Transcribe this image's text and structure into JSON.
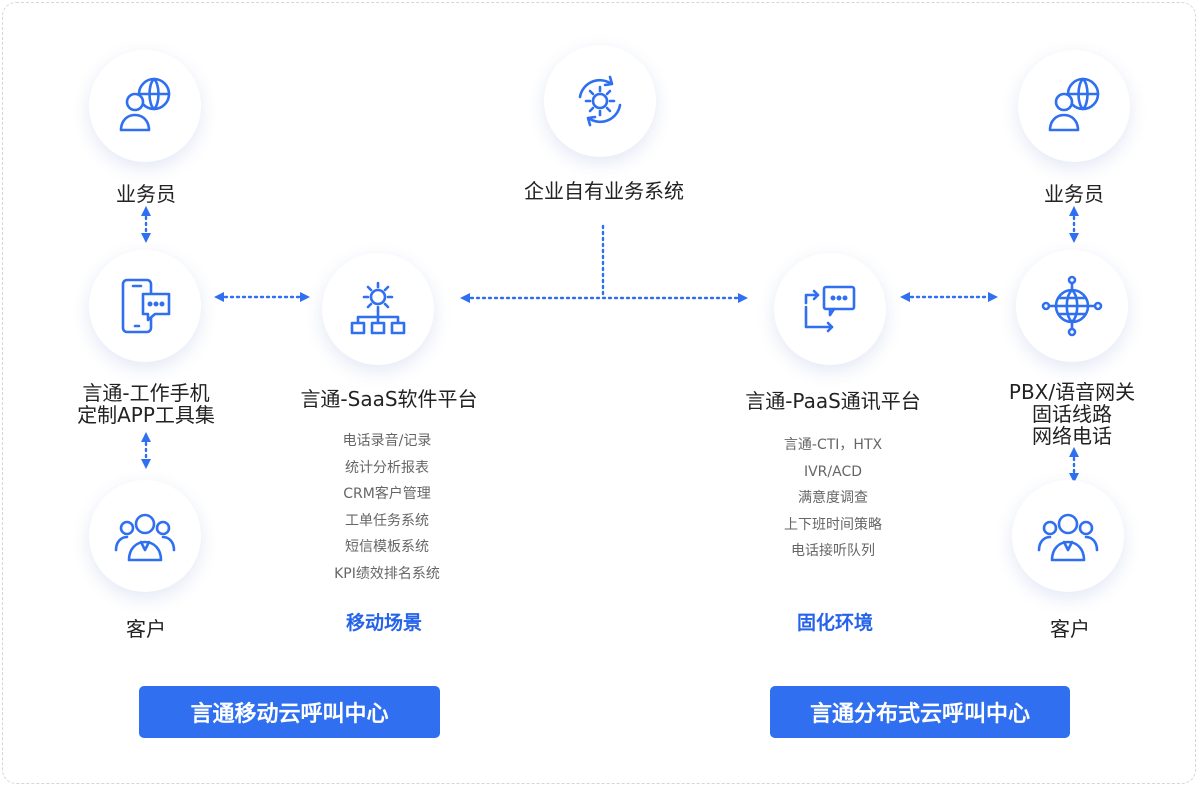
{
  "nodes": {
    "left_salesperson": "业务员",
    "left_app": [
      "言通-工作手机",
      "定制APP工具集"
    ],
    "left_customer": "客户",
    "saas": "言通-SaaS软件平台",
    "enterprise": "企业自有业务系统",
    "paas": "言通-PaaS通讯平台",
    "right_salesperson": "业务员",
    "right_gateway": [
      "PBX/语音网关",
      "固话线路",
      "网络电话"
    ],
    "right_customer": "客户"
  },
  "saas_features": [
    "电话录音/记录",
    "统计分析报表",
    "CRM客户管理",
    "工单任务系统",
    "短信模板系统",
    "KPI绩效排名系统"
  ],
  "paas_features": [
    "言通-CTI，HTX",
    "IVR/ACD",
    "满意度调查",
    "上下班时间策略",
    "电话接听队列"
  ],
  "scenes": {
    "mobile": "移动场景",
    "fixed": "固化环境"
  },
  "buttons": {
    "mobile_center": "言通移动云呼叫中心",
    "distributed_center": "言通分布式云呼叫中心"
  },
  "colors": {
    "accent": "#2f6ff0",
    "scene_text": "#2563eb",
    "icon_stroke": "#2f6ff0"
  },
  "icons": {
    "left_salesperson": "person-globe-icon",
    "left_app": "phone-chat-icon",
    "left_customer": "customer-group-icon",
    "saas": "gear-network-icon",
    "enterprise": "cycle-gear-icon",
    "paas": "message-exchange-icon",
    "right_salesperson": "person-globe-icon",
    "right_gateway": "globe-network-icon",
    "right_customer": "customer-group-icon"
  }
}
